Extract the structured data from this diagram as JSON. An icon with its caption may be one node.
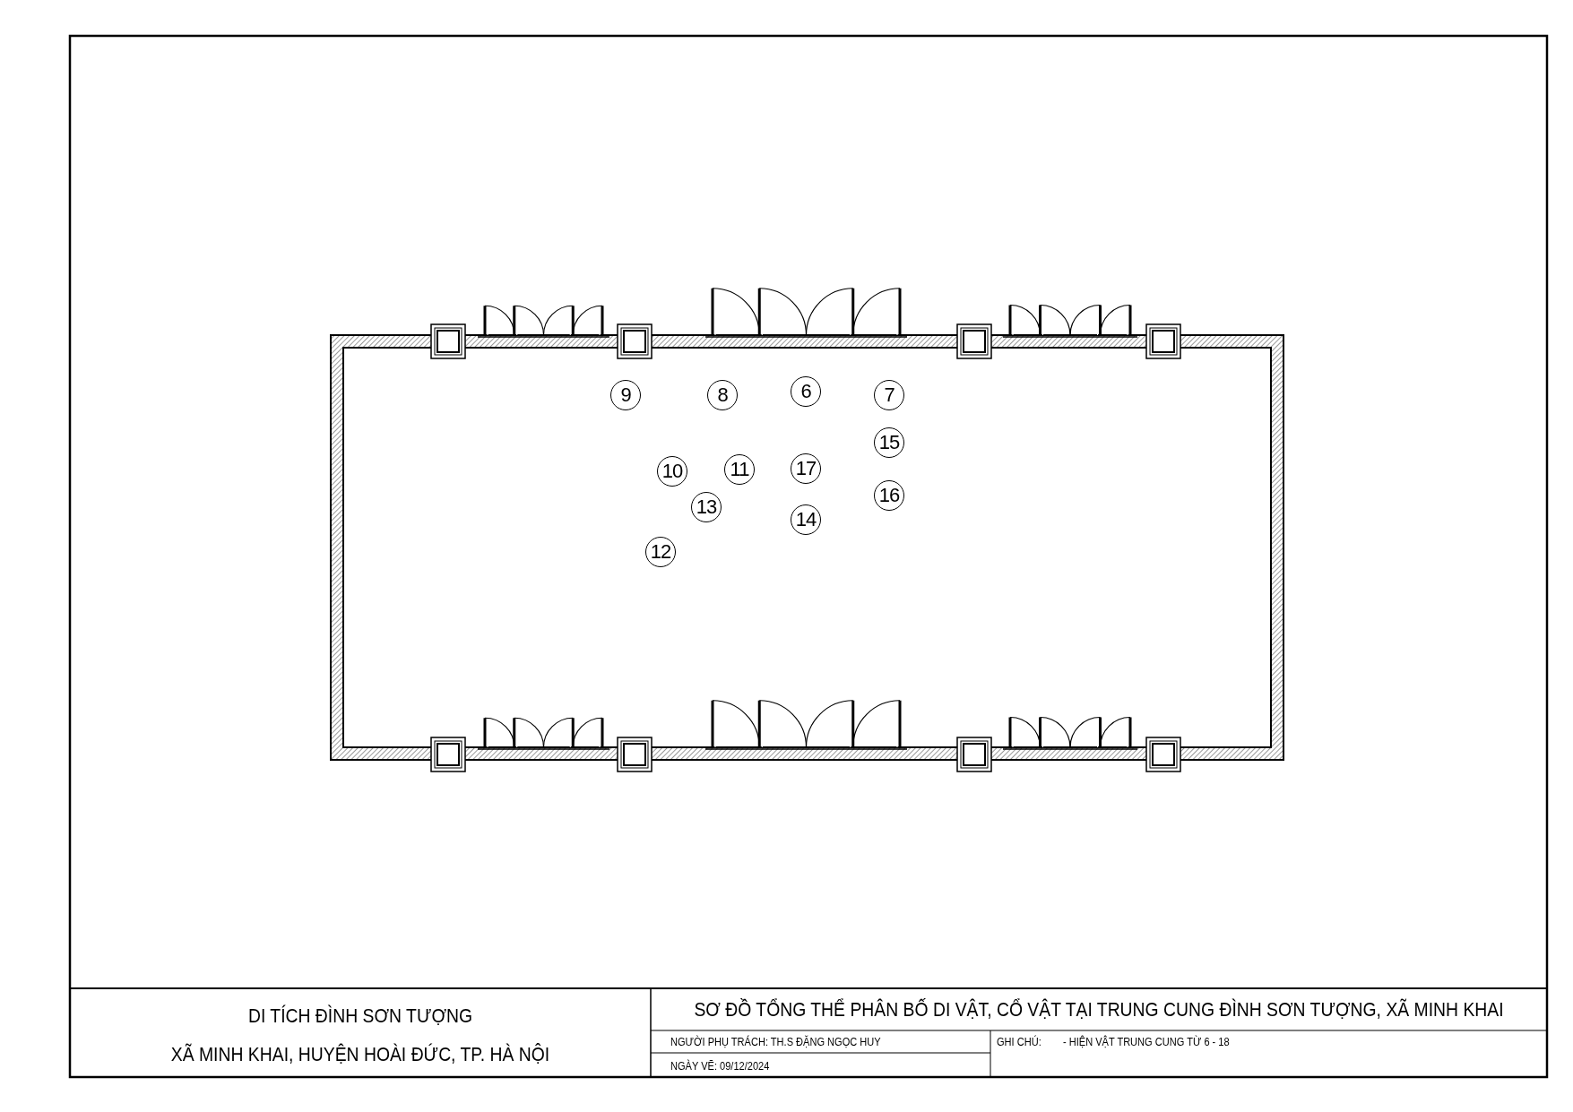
{
  "diagram": {
    "title": "SƠ ĐỒ TỔNG THỂ PHÂN BỐ DI VẬT, CỔ VẬT TẠI TRUNG CUNG ĐÌNH SƠN TƯỢNG, XÃ MINH KHAI",
    "nodes": [
      {
        "text": [
          "9"
        ]
      },
      {
        "text": [
          "8"
        ]
      },
      {
        "text": [
          "6"
        ]
      },
      {
        "text": [
          "7"
        ]
      },
      {
        "text": [
          "15"
        ]
      },
      {
        "text": [
          "10"
        ]
      },
      {
        "text": [
          "11"
        ]
      },
      {
        "text": [
          "17"
        ]
      },
      {
        "text": [
          "16"
        ]
      },
      {
        "text": [
          "13"
        ]
      },
      {
        "text": [
          "14"
        ]
      },
      {
        "text": [
          "12"
        ]
      }
    ],
    "labels": [
      "DI TÍCH ĐÌNH SƠN TƯỢNG",
      "XÃ MINH KHAI, HUYỆN HOÀI ĐỨC, TP. HÀ NỘI",
      "NGƯỜI PHỤ TRÁCH: TH.S ĐẶNG NGỌC HUY",
      "GHI CHÚ:",
      "- HIỆN VẬT TRUNG CUNG TỪ 6 - 18",
      "NGÀY VẼ: 09/12/2024"
    ]
  }
}
